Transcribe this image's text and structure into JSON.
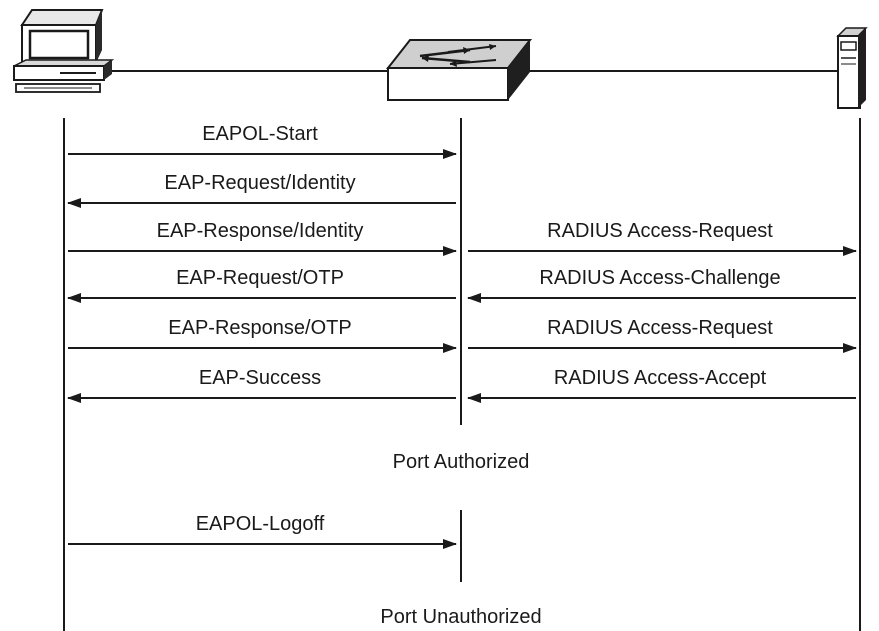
{
  "colors": {
    "ink": "#1a1a1a",
    "background": "#ffffff"
  },
  "devices": {
    "supplicant": {
      "icon": "desktop-pc-icon"
    },
    "authenticator": {
      "icon": "network-switch-icon"
    },
    "auth_server": {
      "icon": "server-tower-icon"
    }
  },
  "messages_left": [
    {
      "label": "EAPOL-Start",
      "direction": "to-authenticator"
    },
    {
      "label": "EAP-Request/Identity",
      "direction": "to-supplicant"
    },
    {
      "label": "EAP-Response/Identity",
      "direction": "to-authenticator"
    },
    {
      "label": "EAP-Request/OTP",
      "direction": "to-supplicant"
    },
    {
      "label": "EAP-Response/OTP",
      "direction": "to-authenticator"
    },
    {
      "label": "EAP-Success",
      "direction": "to-supplicant"
    }
  ],
  "messages_right": [
    {
      "label": "RADIUS Access-Request",
      "direction": "to-server"
    },
    {
      "label": "RADIUS Access-Challenge",
      "direction": "to-authenticator"
    },
    {
      "label": "RADIUS Access-Request",
      "direction": "to-server"
    },
    {
      "label": "RADIUS Access-Accept",
      "direction": "to-authenticator"
    }
  ],
  "status": {
    "authorized": "Port Authorized",
    "unauthorized": "Port Unauthorized"
  },
  "logoff": {
    "label": "EAPOL-Logoff",
    "direction": "to-authenticator"
  }
}
